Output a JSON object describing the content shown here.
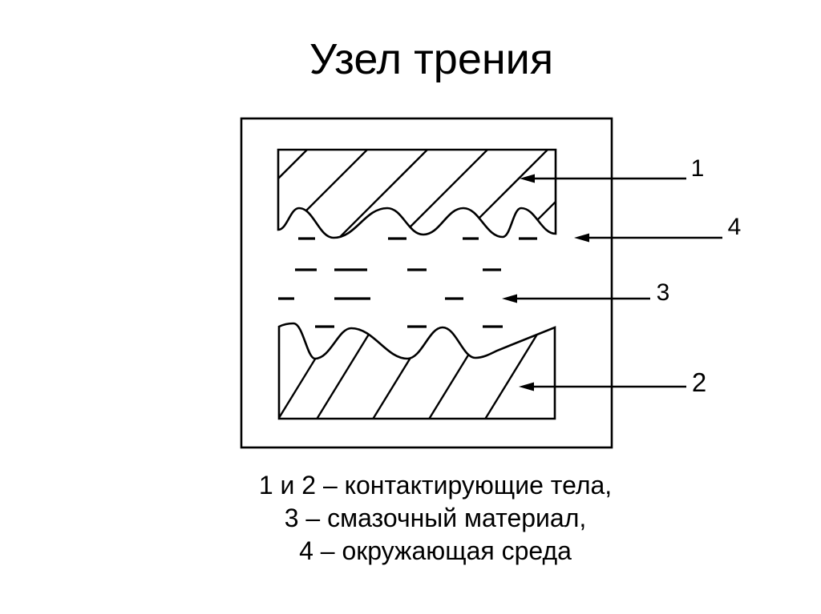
{
  "title": "Узел трения",
  "colors": {
    "ink": "#000000",
    "background": "#ffffff"
  },
  "callouts": {
    "label_1": "1",
    "label_4": "4",
    "label_3": "3",
    "label_2": "2"
  },
  "caption": {
    "line_1": "1 и 2 – контактирующие тела,",
    "line_2": "3 – смазочный материал,",
    "line_3": "4 – окружающая среда"
  }
}
